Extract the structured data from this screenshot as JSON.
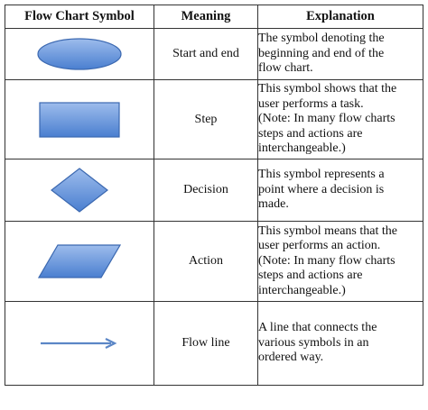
{
  "table": {
    "headers": [
      "Flow Chart Symbol",
      "Meaning",
      "Explanation"
    ],
    "rows": [
      {
        "symbol": "ellipse",
        "meaning": "Start and end",
        "explanation": "The symbol denoting the\nbeginning and end of the\nflow chart."
      },
      {
        "symbol": "rectangle",
        "meaning": "Step",
        "explanation": "This symbol shows that the\nuser performs a task.\n(Note: In many flow charts\nsteps and actions are\ninterchangeable.)"
      },
      {
        "symbol": "diamond",
        "meaning": "Decision",
        "explanation": "This symbol represents a\npoint where a decision is\nmade."
      },
      {
        "symbol": "parallelogram",
        "meaning": "Action",
        "explanation": "This symbol means that the\nuser performs an action.\n(Note: In many flow charts\nsteps and actions are\ninterchangeable.)"
      },
      {
        "symbol": "arrow",
        "meaning": "Flow line",
        "explanation": "A line that connects the\nvarious symbols in an\nordered way."
      }
    ]
  },
  "colors": {
    "shape_fill_top": "#9dbcec",
    "shape_fill_bottom": "#4a7fd0",
    "shape_stroke": "#3b68b0",
    "arrow": "#5b86c6"
  }
}
